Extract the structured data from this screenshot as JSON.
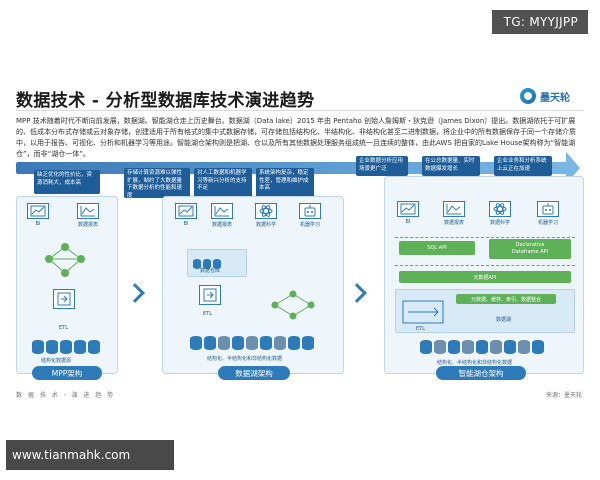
{
  "watermark_top": "TG: MYYJJPP",
  "watermark_bottom": "www.tianmahk.com",
  "title": "数据技术 - 分析型数据库技术演进趋势",
  "logo": {
    "name": "墨天轮",
    "color": "#2b6fb0"
  },
  "intro": "MPP 技术随着时代不断向前发展，数据湖、智能湖仓走上历史舞台。数据湖（Data lake）2015 年由 Pentaho 创始人詹姆斯・狄克逊（James Dixon）提出。数据湖依托于可扩展的、低成本分布式存储或云对象存储，创建适用于所有格式的集中式数据存储，可存储包括结构化、半结构化、非结构化甚至二进制数据，将企业中的所有数据保存于同一个存储介质中，以用于报告、可视化、分析和机器学习等用途。智能湖仓架构则是把湖、仓以及所有其他数据处理服务组成统一且连续的整体，由此AWS 把自家的Lake House架构称为“智能湖仓”，而非“湖仓一体”。",
  "cards": [
    {
      "text": "缺乏优化的性价比，资源消耗大，成本高"
    },
    {
      "text": "存储计算资源难以弹性扩展，制约了大数据量下数据分析的性能和速度"
    },
    {
      "text": "对人工数据和机器学习等新兴分析的支持不足"
    },
    {
      "text": "系统架构复杂，稳定性差，管理和维护成本高"
    },
    {
      "text": "企业数据分析应用场景更广泛"
    },
    {
      "text": "在公总数据量、实时数据爆发增长"
    },
    {
      "text": "企业业务和分析系统上云正在加速"
    }
  ],
  "mpp": {
    "bi": "BI",
    "report": "数据报表",
    "etl": "ETL",
    "sources": "结构化数据源",
    "caption": "MPP架构"
  },
  "lake": {
    "bi": "BI",
    "report": "数据报表",
    "science": "数据科学",
    "ml": "机器学习",
    "warehouse": "数据仓库",
    "etl": "ETL",
    "sources": "结构化、半结构化和非结构化数据",
    "caption": "数据湖架构"
  },
  "smart": {
    "bi": "BI",
    "report": "数据报表",
    "science": "数据科学",
    "ml": "机器学习",
    "sql_api": "SQL API",
    "df_api": "Declarative\nDataframe API",
    "meta": "元数据API",
    "ops": "元数据、缓存、索引、数据整合",
    "etl": "ETL",
    "lake": "数据湖",
    "sources": "结构化、半结构化和非结构化数据",
    "caption": "智能湖仓架构"
  },
  "footer": "数 据 技 术 · 演 进 趋 势",
  "source": "来源：墨天轮",
  "colors": {
    "primary": "#2d7bb8",
    "card": "#1e5d98",
    "green": "#5fb158"
  }
}
